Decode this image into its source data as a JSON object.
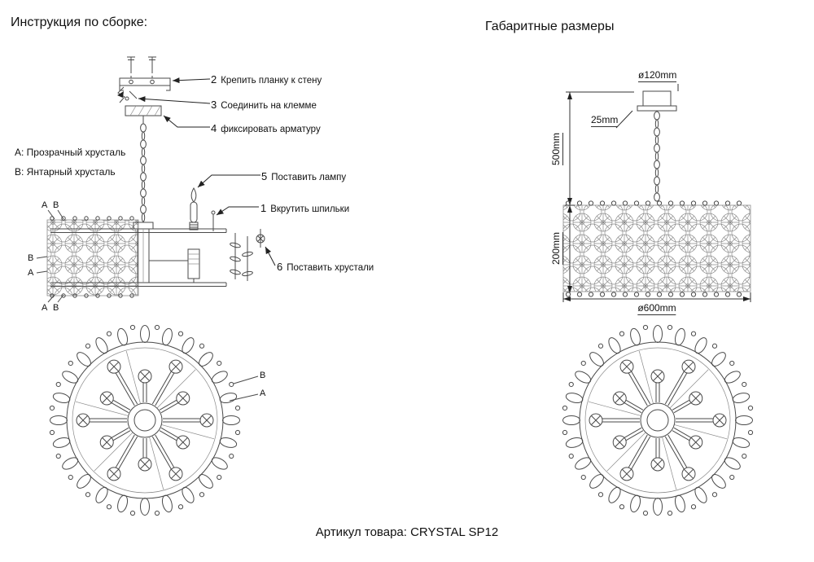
{
  "titles": {
    "left": "Инструкция по сборке:",
    "right": "Габаритные размеры"
  },
  "legend": {
    "a": "А:  Прозрачный хрусталь",
    "b": "В:  Янтарный хрусталь"
  },
  "steps": [
    {
      "num": "2",
      "text": "Крепить планку к стену"
    },
    {
      "num": "3",
      "text": "Соединить на клемме"
    },
    {
      "num": "4",
      "text": "фиксировать арматуру"
    },
    {
      "num": "5",
      "text": "Поставить лампу"
    },
    {
      "num": "1",
      "text": "Вкрутить шпильки"
    },
    {
      "num": "6",
      "text": "Поставить хрустали"
    }
  ],
  "markers": {
    "a": "А",
    "b": "В"
  },
  "dimensions": {
    "canopy_diameter": "ø120mm",
    "canopy_height": "25mm",
    "suspension": "500mm",
    "body_height": "200mm",
    "body_diameter": "ø600mm"
  },
  "footer": "Артикул товара: CRYSTAL SP12",
  "colors": {
    "line": "#4a4a4a",
    "text": "#111111",
    "background": "#ffffff"
  }
}
